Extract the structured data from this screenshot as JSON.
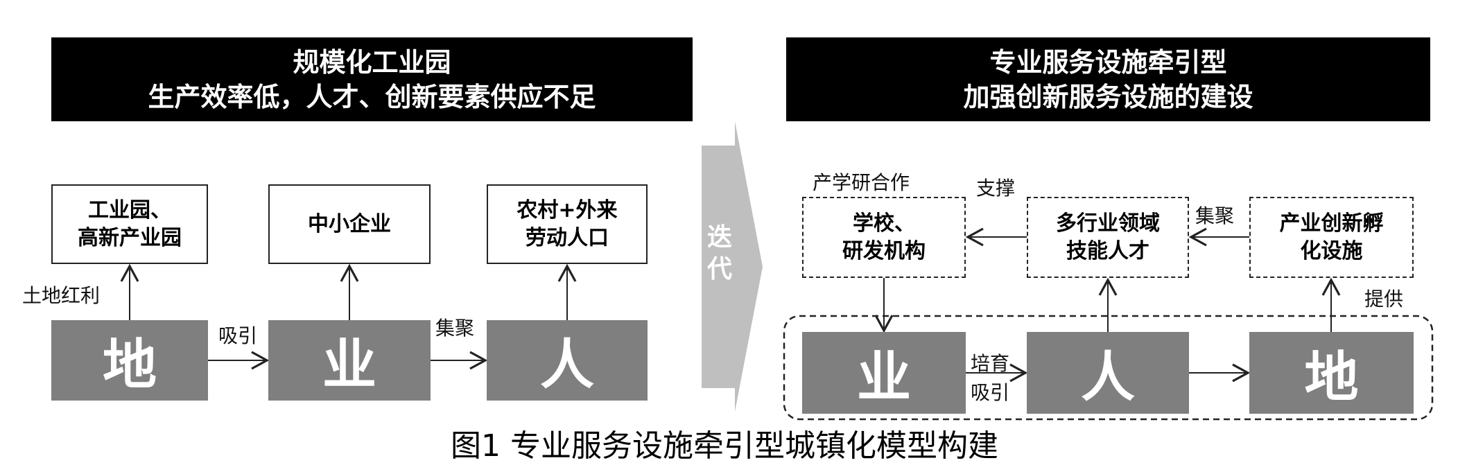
{
  "left": {
    "title_line1": "规模化工业园",
    "title_line2": "生产效率低，人才、创新要素供应不足",
    "boxes": [
      "工业园、\n高新产业园",
      "中小企业",
      "农村+外来\n劳动人口"
    ],
    "blocks": [
      "地",
      "业",
      "人"
    ],
    "labels": {
      "land_dividend": "土地红利",
      "attract": "吸引",
      "gather": "集聚"
    }
  },
  "arrow": {
    "label": "迭代"
  },
  "right": {
    "title_line1": "专业服务设施牵引型",
    "title_line2": "加强创新服务设施的建设",
    "boxes": [
      "学校、\n研发机构",
      "多行业领域\n技能人才",
      "产业创新孵\n化设施"
    ],
    "blocks": [
      "业",
      "人",
      "地"
    ],
    "labels": {
      "cooperation": "产学研合作",
      "support": "支撑",
      "gather": "集聚",
      "provide": "提供",
      "cultivate": "培育",
      "attract": "吸引"
    }
  },
  "caption": "图1 专业服务设施牵引型城镇化模型构建"
}
